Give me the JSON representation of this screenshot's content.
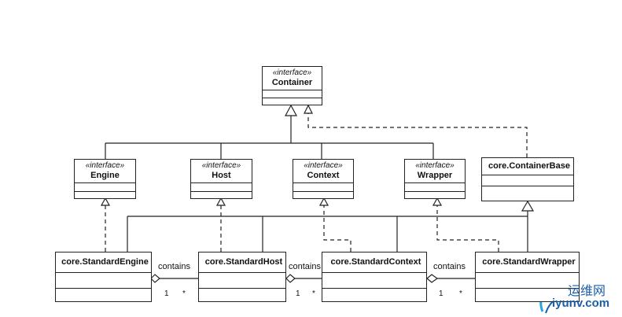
{
  "classes": {
    "container": {
      "stereotype": "«interface»",
      "name": "Container"
    },
    "engine": {
      "stereotype": "«interface»",
      "name": "Engine"
    },
    "host": {
      "stereotype": "«interface»",
      "name": "Host"
    },
    "context": {
      "stereotype": "«interface»",
      "name": "Context"
    },
    "wrapper": {
      "stereotype": "«interface»",
      "name": "Wrapper"
    },
    "container_base": {
      "name": "core.ContainerBase"
    },
    "standard_engine": {
      "name": "core.StandardEngine"
    },
    "standard_host": {
      "name": "core.StandardHost"
    },
    "standard_context": {
      "name": "core.StandardContext"
    },
    "standard_wrapper": {
      "name": "core.StandardWrapper"
    }
  },
  "associations": [
    {
      "label": "contains",
      "from_mult": "1",
      "to_mult": "*"
    },
    {
      "label": "contains",
      "from_mult": "1",
      "to_mult": "*"
    },
    {
      "label": "contains",
      "from_mult": "1",
      "to_mult": "*"
    }
  ],
  "watermark": {
    "text_cn": "运维网",
    "url": "iyunv.com"
  }
}
